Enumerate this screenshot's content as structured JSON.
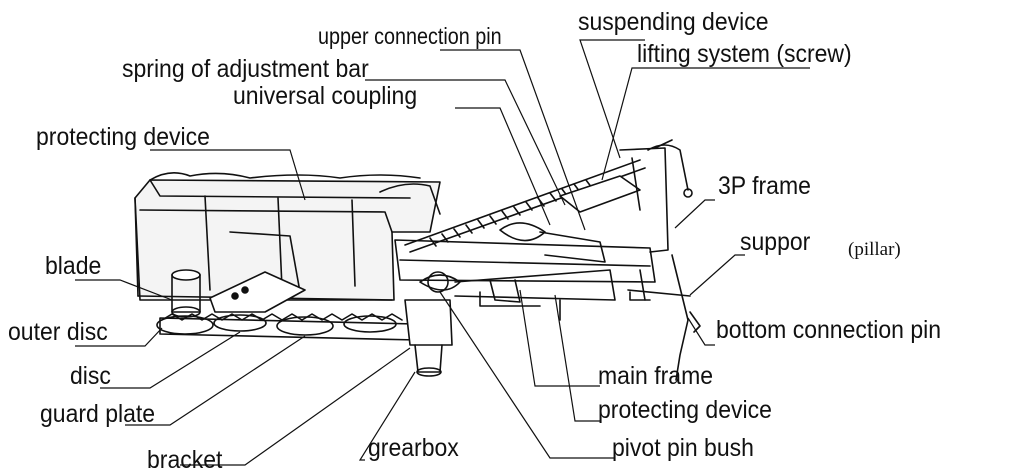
{
  "labels": {
    "upper_connection_pin": "upper connection pin",
    "suspending_device": "suspending device",
    "spring_of_adjustment_bar": "spring of adjustment bar",
    "lifting_system": "lifting system (screw)",
    "universal_coupling": "universal coupling",
    "protecting_device_top": "protecting device",
    "three_p_frame": "3P frame",
    "suppor": "suppor",
    "pillar": "(pillar)",
    "blade": "blade",
    "outer_disc": "outer disc",
    "bottom_connection_pin": "bottom connection pin",
    "disc": "disc",
    "main_frame": "main frame",
    "guard_plate": "guard plate",
    "protecting_device_bottom": "protecting device",
    "bracket": "bracket",
    "grearbox": "grearbox",
    "pivot_pin_bush": "pivot pin bush"
  }
}
